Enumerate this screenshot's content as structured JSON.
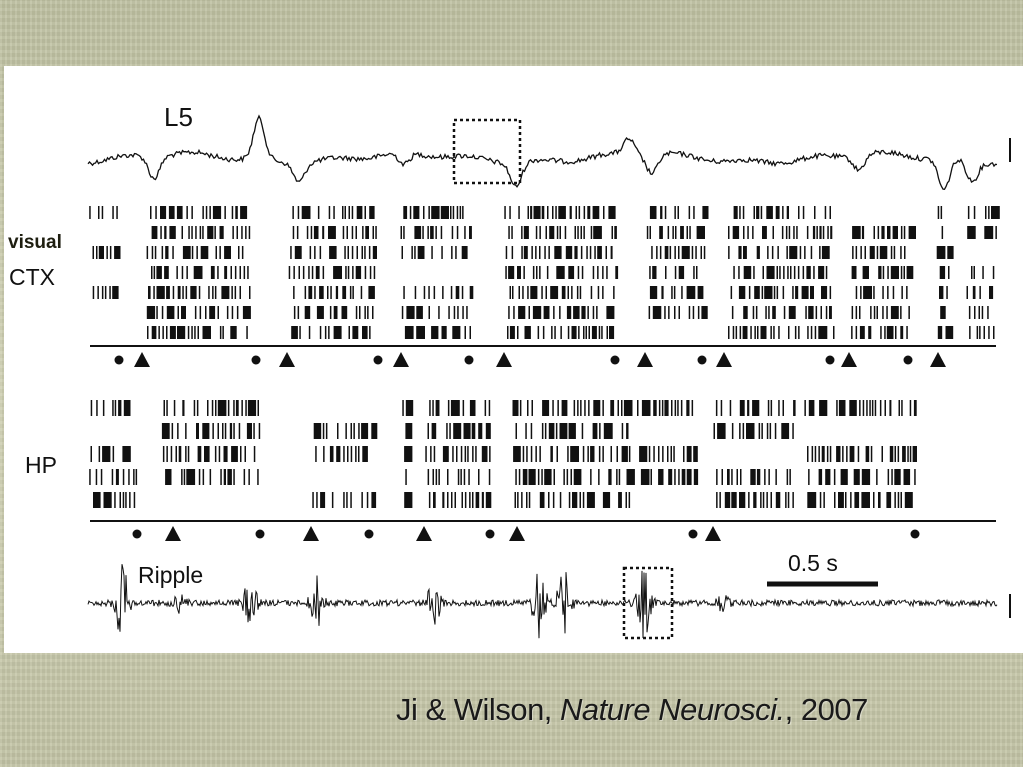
{
  "labels": {
    "l5": "L5",
    "visual": "visual",
    "ctx": "CTX",
    "hp": "HP",
    "ripple": "Ripple",
    "scale_bar": "0.5 s"
  },
  "citation": {
    "authors": "Ji & Wilson, ",
    "journal": "Nature Neurosci.",
    "year": ", 2007"
  },
  "colors": {
    "ink": "#111111",
    "panel": "#ffffff",
    "slide_bg": "#c8c9ab"
  }
}
